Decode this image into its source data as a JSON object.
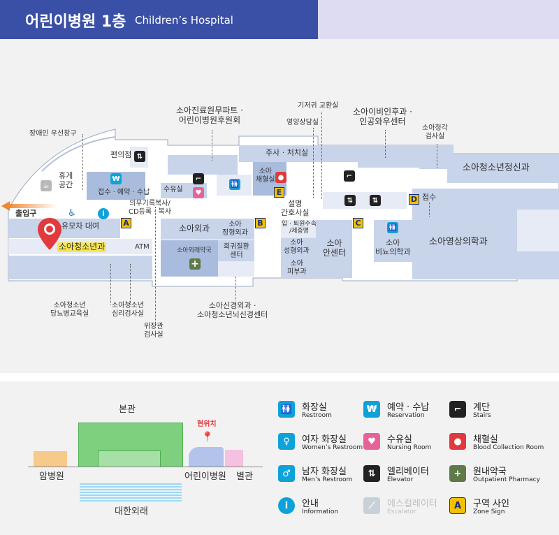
{
  "header": {
    "title_ko": "어린이병원 1층",
    "title_en": "Children’s Hospital"
  },
  "colors": {
    "header_bg": "#3a4fa6",
    "header_tab": "#dedcf2",
    "map_bg": "#f2f2f2",
    "room": "#c8d4ea",
    "room_dark": "#a9bcdd",
    "accent_yellow": "#f2c200",
    "marker_red": "#e03a3e",
    "entrance_orange": "#f07c1e"
  },
  "map": {
    "labels": {
      "accessible_window": "장애인 우선창구",
      "lounge": "휴게\n공간",
      "convenience": "편의점",
      "reception": "접수 · 예약 · 수납",
      "nursing": "수유실",
      "peds_admin": "소아진료원무파트 ·\n어린이병원후원회",
      "diaper": "기저귀 교환실",
      "nutrition": "영양상담실",
      "peds_ent": "소아이비인후과 ·\n인공와우센터",
      "peds_hearing": "소아청각\n검사실",
      "injection": "주사 · 처치실",
      "blood_room": "소아\n채혈실",
      "peds_psych": "소아청소년정신과",
      "explanation_nurse": "설명\n간호사실",
      "reception2": "접수",
      "entrance": "출입구",
      "stroller": "유모차 대여",
      "records": "의무기록복사/\nCD등록 · 복사",
      "peds_surgery": "소아외과",
      "peds_ortho": "소아\n정형외과",
      "peds_dept": "소아청소년과",
      "atm": "ATM",
      "pharmacy": "소아외래약국",
      "rare_disease": "희귀질환\n센터",
      "admission": "입 · 퇴원수속\n/제증명",
      "peds_plastic": "소아\n성형외과",
      "peds_derm": "소아\n피부과",
      "peds_eye": "소아\n안센터",
      "peds_urology": "소아\n비뇨의학과",
      "peds_radiology": "소아영상의학과",
      "diabetes_edu": "소아청소년\n당뇨병교육실",
      "psych_test": "소아청소년\n심리검사실",
      "gi_test": "위장관\n검사실",
      "neuro_center": "소아신경외과 ·\n소아청소년뇌신경센터"
    },
    "zones": [
      "A",
      "B",
      "C",
      "D",
      "E"
    ]
  },
  "campus": {
    "main": "본관",
    "current": "현위치",
    "cancer": "암병원",
    "children": "어린이병원",
    "annex": "별관",
    "outpatient": "대한외래"
  },
  "legend": [
    {
      "icon": "restroom-icon",
      "ko": "화장실",
      "en": "Restroom",
      "color": "#0ea2d8",
      "glyph": "🚻"
    },
    {
      "icon": "reservation-icon",
      "ko": "예약 · 수납",
      "en": "Reservation",
      "color": "#0ea2d8",
      "glyph": "₩"
    },
    {
      "icon": "stairs-icon",
      "ko": "계단",
      "en": "Stairs",
      "color": "#222222",
      "glyph": "⌐"
    },
    {
      "icon": "womens-restroom-icon",
      "ko": "여자 화장실",
      "en": "Women’s Restroom",
      "color": "#0ea2d8",
      "glyph": "♀"
    },
    {
      "icon": "nursing-room-icon",
      "ko": "수유실",
      "en": "Nursing Room",
      "color": "#e8629a",
      "glyph": "♥"
    },
    {
      "icon": "blood-collection-icon",
      "ko": "채혈실",
      "en": "Blood Collection Room",
      "color": "#e03a3e",
      "glyph": "●"
    },
    {
      "icon": "mens-restroom-icon",
      "ko": "남자 화장실",
      "en": "Men’s Restroom",
      "color": "#0ea2d8",
      "glyph": "♂"
    },
    {
      "icon": "elevator-icon",
      "ko": "엘리베이터",
      "en": "Elevator",
      "color": "#222222",
      "glyph": "⇅"
    },
    {
      "icon": "pharmacy-icon",
      "ko": "원내약국",
      "en": "Outpatient Pharmacy",
      "color": "#5e7a48",
      "glyph": "+"
    },
    {
      "icon": "information-icon",
      "ko": "안내",
      "en": "Information",
      "color": "#0ea2d8",
      "glyph": "i"
    },
    {
      "icon": "escalator-icon",
      "ko": "에스컬레이터",
      "en": "Escalator",
      "color": "#c8d0d8",
      "glyph": "⟋"
    },
    {
      "icon": "zone-sign-icon",
      "ko": "구역 사인",
      "en": "Zone Sign",
      "color": "#f2c200",
      "glyph": "A"
    }
  ]
}
